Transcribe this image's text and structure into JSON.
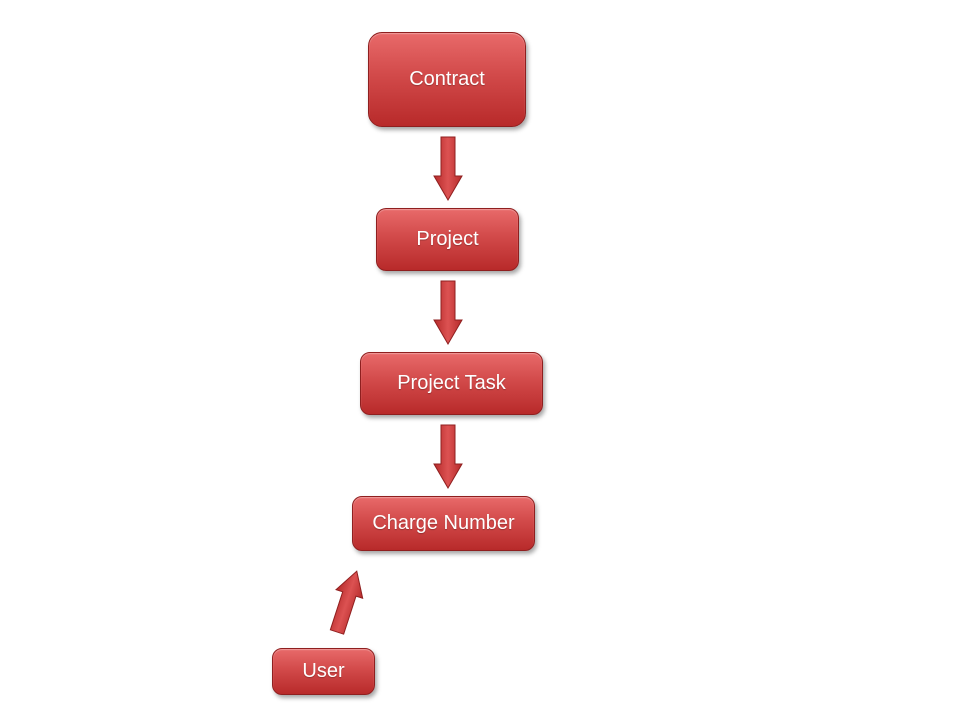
{
  "nodes": {
    "contract": "Contract",
    "project": "Project",
    "project_task": "Project Task",
    "charge_number": "Charge Number",
    "user": "User"
  },
  "colors": {
    "node_fill_top": "#e86a6a",
    "node_fill_bottom": "#b82a2a",
    "node_border": "#8f1f1f",
    "arrow_fill": "#c0392b",
    "text": "#ffffff"
  }
}
